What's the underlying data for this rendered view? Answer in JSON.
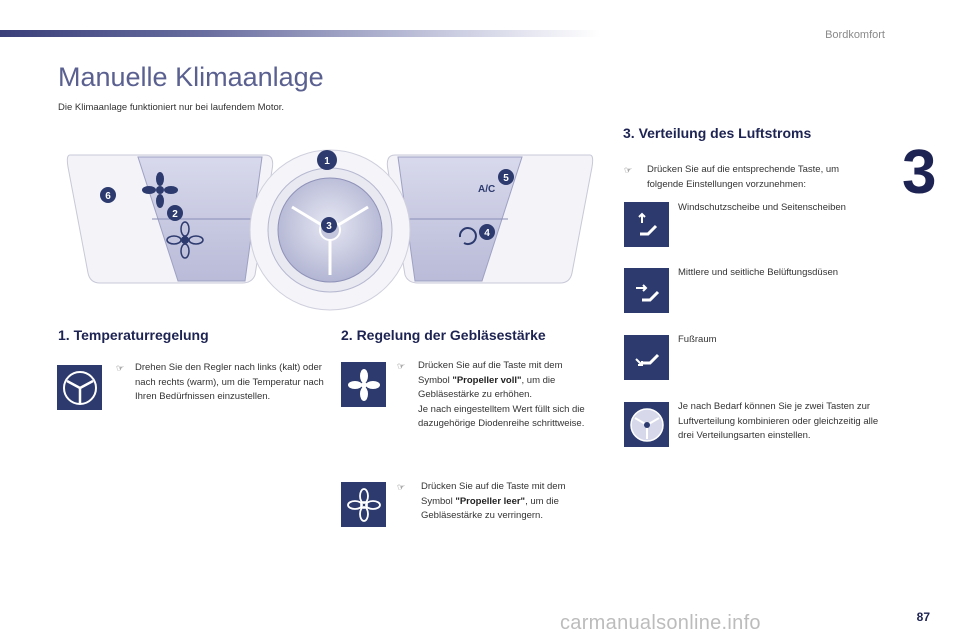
{
  "header": {
    "section": "Bordkomfort",
    "chapter": "3"
  },
  "title": "Manuelle Klimaanlage",
  "intro": "Die Klimaanlage funktioniert nur bei laufendem Motor.",
  "panel": {
    "ac_label": "A/C",
    "callouts": [
      "1",
      "2",
      "3",
      "4",
      "5",
      "6"
    ]
  },
  "sec1": {
    "heading": "1. Temperaturregelung",
    "bullet": "",
    "text": "Drehen Sie den Regler nach links (kalt) oder nach rechts (warm), um die Temperatur nach Ihren Bedürfnissen einzustellen."
  },
  "sec2": {
    "heading": "2. Regelung der Gebläsestärke",
    "item1_pre": "Drücken Sie auf die Taste mit dem Symbol ",
    "item1_bold": "\"Propeller voll\"",
    "item1_post": ", um die Gebläsestärke zu erhöhen.",
    "item1_extra": "Je nach eingestelltem Wert füllt sich die dazugehörige Diodenreihe schrittweise.",
    "item2_pre": "Drücken Sie auf die Taste mit dem Symbol ",
    "item2_bold": "\"Propeller leer\"",
    "item2_post": ", um die Gebläsestärke zu verringern."
  },
  "sec3": {
    "heading": "3. Verteilung des Luftstroms",
    "intro": "Drücken Sie auf die entsprechende Taste, um folgende Einstellungen vorzunehmen:",
    "opt1": "Windschutzscheibe und Seitenscheiben",
    "opt2": "Mittlere und seitliche Belüftungsdüsen",
    "opt3": "Fußraum",
    "opt4": "Je nach Bedarf können Sie je zwei Tasten zur Luftverteilung kombinieren oder gleichzeitig alle drei Verteilungsarten einstellen."
  },
  "page_number": "87",
  "watermark": "carmanualsonline.info",
  "colors": {
    "accent": "#1d2352",
    "icon_bg": "#2c3a6e",
    "panel": "#c9cbe3"
  }
}
